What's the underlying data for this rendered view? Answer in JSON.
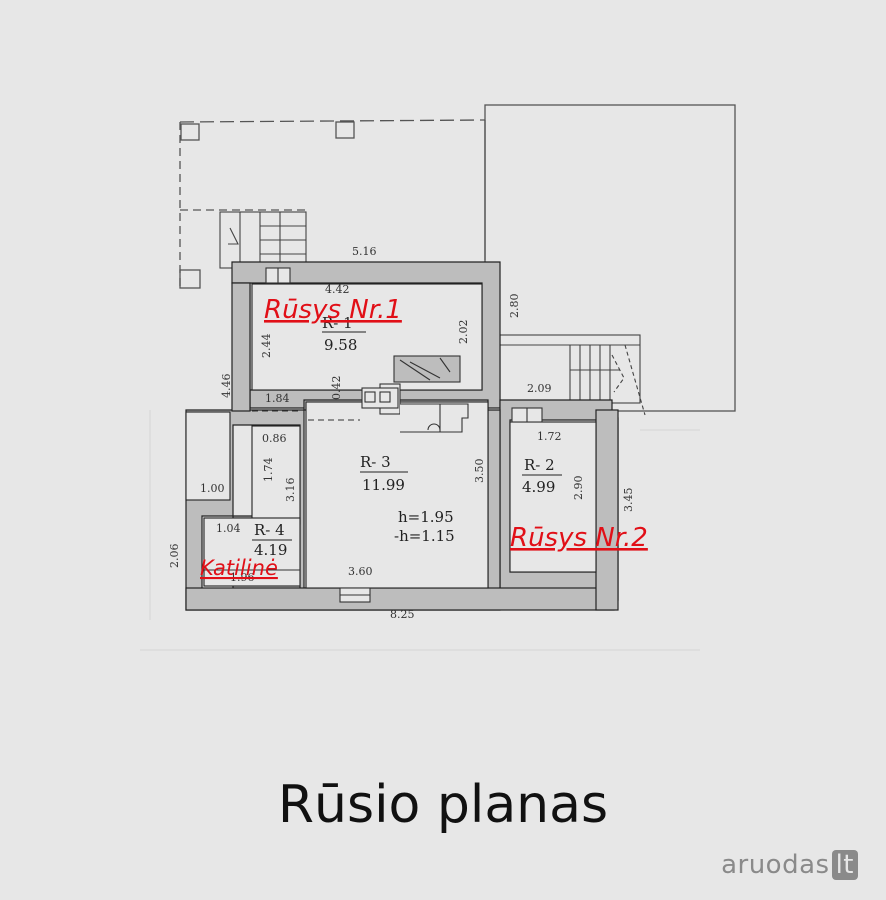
{
  "plan": {
    "dimensions": {
      "top_width": "5.16",
      "room1_width": "4.42",
      "room1_height": "2.44",
      "room1_right_height": "2.02",
      "right_wall": "2.80",
      "left_side": "4.46",
      "gap": "0.42",
      "room1_bottom": "1.84",
      "stair_right": "2.09",
      "room2_width": "1.72",
      "room2_height": "2.90",
      "right_outer": "3.45",
      "room3_height": "3.50",
      "small_width": "0.86",
      "small_height": "1.74",
      "corridor": "3.16",
      "left_box": "1.00",
      "room4_width": "1.04",
      "room4_bottom": "1.96",
      "left_outer": "2.06",
      "room3_width": "3.60",
      "total_width": "8.25"
    },
    "rooms": {
      "r1_name": "R- 1",
      "r1_area": "9.58",
      "r2_name": "R- 2",
      "r2_area": "4.99",
      "r3_name": "R- 3",
      "r3_area": "11.99",
      "r3_h": "h=1.95",
      "r3_neg_h": "-h=1.15",
      "r4_name": "R- 4",
      "r4_area": "4.19"
    },
    "labels": {
      "rusys1": "Rūsys Nr.1",
      "rusys2": "Rūsys Nr.2",
      "katiline": "Katilinė"
    }
  },
  "caption": "Rūsio planas",
  "watermark": {
    "main": "aruodas",
    "suffix": "lt"
  }
}
